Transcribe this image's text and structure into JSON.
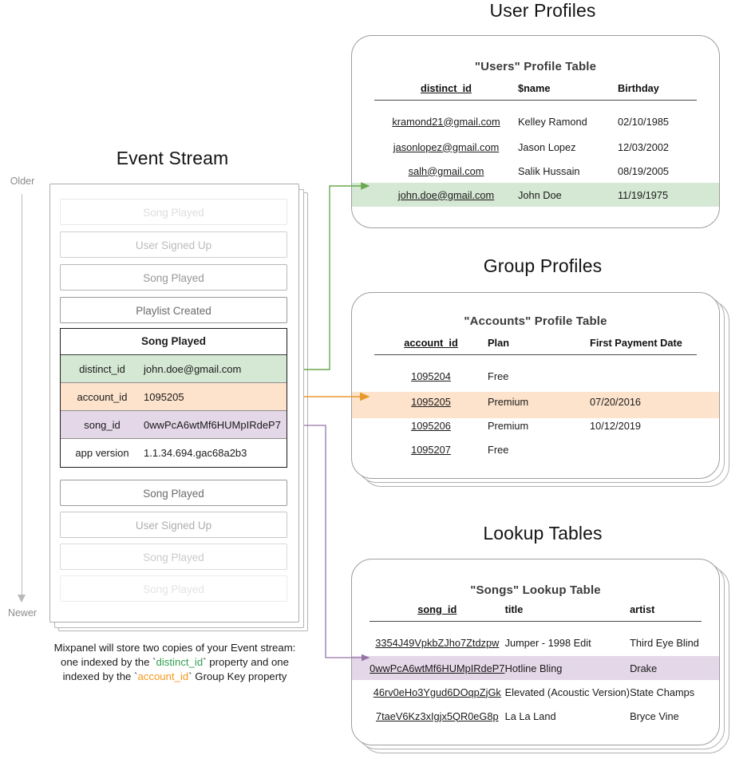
{
  "timeline": {
    "older_label": "Older",
    "newer_label": "Newer"
  },
  "event_stream": {
    "title": "Event Stream",
    "events": [
      {
        "label": "Song Played",
        "opacity": 0.22
      },
      {
        "label": "User Signed Up",
        "opacity": 0.45
      },
      {
        "label": "Song Played",
        "opacity": 0.7
      },
      {
        "label": "Playlist Created",
        "opacity": 1.0
      },
      {
        "label": "Song Played",
        "opacity": 1.0
      },
      {
        "label": "User Signed Up",
        "opacity": 0.55
      },
      {
        "label": "Song Played",
        "opacity": 0.35
      },
      {
        "label": "Song Played",
        "opacity": 0.18
      }
    ],
    "selected_event": {
      "name": "Song Played",
      "properties": [
        {
          "key": "distinct_id",
          "value": "john.doe@gmail.com",
          "highlight": "green"
        },
        {
          "key": "account_id",
          "value": "1095205",
          "highlight": "orange"
        },
        {
          "key": "song_id",
          "value": "0wwPcA6wtMf6HUMpIRdeP7",
          "highlight": "purple"
        },
        {
          "key": "app version",
          "value": "1.1.34.694.gac68a2b3",
          "highlight": "none"
        }
      ]
    },
    "caption": {
      "line1": "Mixpanel will store two copies of your Event stream:",
      "line2_a": "one indexed by the `",
      "line2_key": "distinct_id",
      "line2_b": "` property and one",
      "line3_a": "indexed by the `",
      "line3_key": "account_id",
      "line3_b": "` Group Key property"
    }
  },
  "user_profiles": {
    "section_title": "User Profiles",
    "table_title": "\"Users\" Profile Table",
    "columns": [
      "distinct_id",
      "$name",
      "Birthday"
    ],
    "rows": [
      {
        "cells": [
          "kramond21@gmail.com",
          "Kelley Ramond",
          "02/10/1985"
        ],
        "highlight": "none"
      },
      {
        "cells": [
          "jasonlopez@gmail.com",
          "Jason Lopez",
          "12/03/2002"
        ],
        "highlight": "none"
      },
      {
        "cells": [
          "salh@gmail.com",
          "Salik Hussain",
          "08/19/2005"
        ],
        "highlight": "none"
      },
      {
        "cells": [
          "john.doe@gmail.com",
          "John Doe",
          "11/19/1975"
        ],
        "highlight": "green"
      }
    ]
  },
  "group_profiles": {
    "section_title": "Group Profiles",
    "table_title": "\"Accounts\" Profile Table",
    "columns": [
      "account_id",
      "Plan",
      "First Payment Date"
    ],
    "rows": [
      {
        "cells": [
          "1095204",
          "Free",
          ""
        ],
        "highlight": "none"
      },
      {
        "cells": [
          "1095205",
          "Premium",
          "07/20/2016"
        ],
        "highlight": "orange"
      },
      {
        "cells": [
          "1095206",
          "Premium",
          "10/12/2019"
        ],
        "highlight": "none"
      },
      {
        "cells": [
          "1095207",
          "Free",
          ""
        ],
        "highlight": "none"
      }
    ]
  },
  "lookup_tables": {
    "section_title": "Lookup Tables",
    "table_title": "\"Songs\" Lookup Table",
    "columns": [
      "song_id",
      "title",
      "artist"
    ],
    "rows": [
      {
        "cells": [
          "3354J49VpkbZJho7Ztdzpw",
          "Jumper - 1998 Edit",
          "Third Eye Blind"
        ],
        "highlight": "none"
      },
      {
        "cells": [
          "0wwPcA6wtMf6HUMpIRdeP7",
          "Hotline Bling",
          "Drake"
        ],
        "highlight": "purple"
      },
      {
        "cells": [
          "46rv0eHo3Ygud6DOqpZjGk",
          "Elevated (Acoustic Version)",
          "State Champs"
        ],
        "highlight": "none"
      },
      {
        "cells": [
          "7taeV6Kz3xIgjx5QR0eG8p",
          "La La Land",
          "Bryce Vine"
        ],
        "highlight": "none"
      }
    ]
  },
  "colors": {
    "green_fill": "#d5e8d4",
    "green_line": "#6aa84f",
    "orange_fill": "#fde3cc",
    "orange_line": "#e8a33d",
    "purple_fill": "#e4d7e8",
    "purple_line": "#9673a6",
    "card_border": "#9e9e9e",
    "muted_text": "#8c8c8c"
  }
}
